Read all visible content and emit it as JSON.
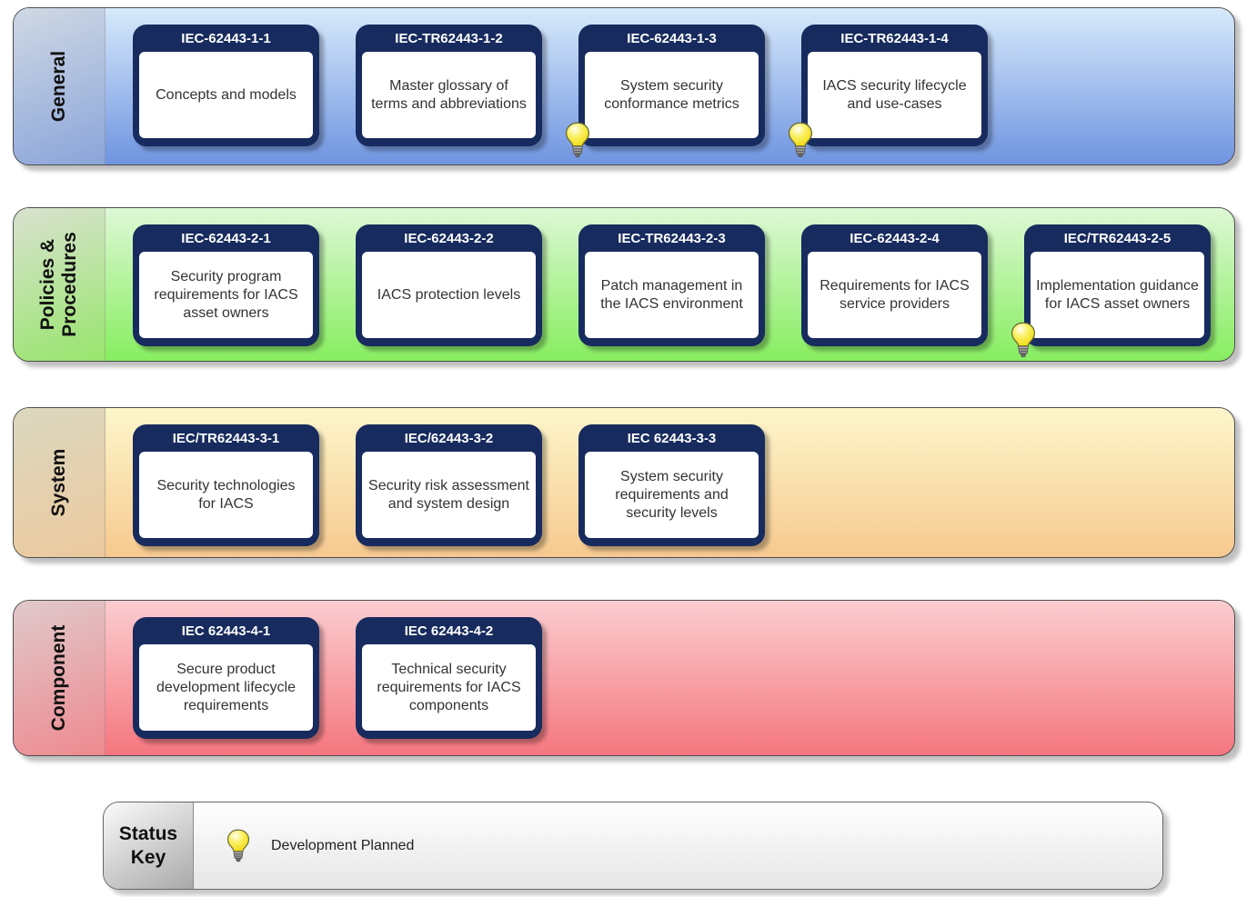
{
  "bands": [
    {
      "id": "general",
      "label": "General",
      "label_lines": [
        "General"
      ],
      "colors": {
        "band_top": "#d7eafb",
        "band_bottom": "#6f94e0",
        "label_top": "#cfd8e4",
        "label_bottom": "#8ba5da"
      },
      "cards": [
        {
          "code": "IEC-62443-1-1",
          "title": "Concepts and models",
          "planned": false
        },
        {
          "code": "IEC-TR62443-1-2",
          "title": "Master glossary of\nterms and abbreviations",
          "planned": false
        },
        {
          "code": "IEC-62443-1-3",
          "title": "System security\nconformance metrics",
          "planned": true
        },
        {
          "code": "IEC-TR62443-1-4",
          "title": "IACS security lifecycle\nand use-cases",
          "planned": true
        }
      ]
    },
    {
      "id": "policies-procedures",
      "label": "Policies & Procedures",
      "label_lines": [
        "Policies &",
        "Procedures"
      ],
      "colors": {
        "band_top": "#def8d6",
        "band_bottom": "#87ee60",
        "label_top": "#d9e2cf",
        "label_bottom": "#98e56d"
      },
      "cards": [
        {
          "code": "IEC-62443-2-1",
          "title": "Security program\nrequirements for IACS\nasset owners",
          "planned": false
        },
        {
          "code": "IEC-62443-2-2",
          "title": "IACS protection levels",
          "planned": false
        },
        {
          "code": "IEC-TR62443-2-3",
          "title": "Patch management in\nthe IACS environment",
          "planned": false
        },
        {
          "code": "IEC-62443-2-4",
          "title": "Requirements for IACS\nservice providers",
          "planned": false
        },
        {
          "code": "IEC/TR62443-2-5",
          "title": "Implementation guidance\nfor IACS asset owners",
          "planned": true
        }
      ]
    },
    {
      "id": "system",
      "label": "System",
      "label_lines": [
        "System"
      ],
      "colors": {
        "band_top": "#fdf6cb",
        "band_bottom": "#f6c98f",
        "label_top": "#dcd8c0",
        "label_bottom": "#ecc99e"
      },
      "cards": [
        {
          "code": "IEC/TR62443-3-1",
          "title": "Security technologies\nfor IACS",
          "planned": false
        },
        {
          "code": "IEC/62443-3-2",
          "title": "Security risk assessment\nand system design",
          "planned": false
        },
        {
          "code": "IEC 62443-3-3",
          "title": "System security\nrequirements and\nsecurity levels",
          "planned": false
        }
      ]
    },
    {
      "id": "component",
      "label": "Component",
      "label_lines": [
        "Component"
      ],
      "colors": {
        "band_top": "#fbcdd0",
        "band_bottom": "#f5767e",
        "label_top": "#e0c9cb",
        "label_bottom": "#ee8a90"
      },
      "cards": [
        {
          "code": "IEC 62443-4-1",
          "title": "Secure product\ndevelopment lifecycle\nrequirements",
          "planned": false
        },
        {
          "code": "IEC 62443-4-2",
          "title": "Technical security\nrequirements for IACS\ncomponents",
          "planned": false
        }
      ]
    }
  ],
  "status_key": {
    "label_lines": [
      "Status",
      "Key"
    ],
    "colors": {
      "panel_top": "#ffffff",
      "panel_bottom": "#e6e6e6",
      "label_top": "#fbfbfb",
      "label_bottom": "#a9a9a9"
    },
    "items": [
      {
        "icon": "lightbulb-icon",
        "label": "Development Planned"
      }
    ]
  },
  "colors": {
    "card_header_bg": "#172b5e",
    "card_title_color": "#333333",
    "band_border": "#4d4d4d",
    "bulb_fill": "#f7ec3e"
  }
}
